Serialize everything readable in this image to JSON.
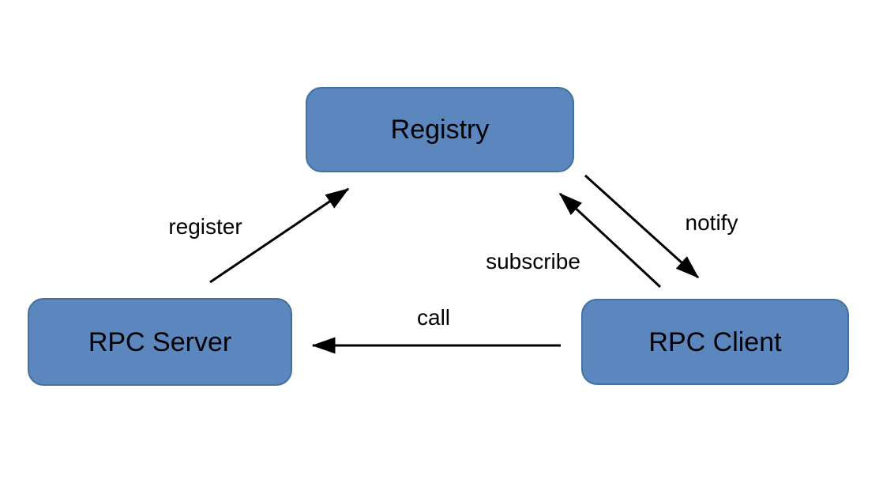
{
  "diagram": {
    "nodes": {
      "registry": {
        "label": "Registry"
      },
      "rpc_server": {
        "label": "RPC Server"
      },
      "rpc_client": {
        "label": "RPC Client"
      }
    },
    "edges": {
      "register": {
        "label": "register",
        "from": "RPC Server",
        "to": "Registry"
      },
      "subscribe": {
        "label": "subscribe",
        "from": "RPC Client",
        "to": "Registry"
      },
      "notify": {
        "label": "notify",
        "from": "Registry",
        "to": "RPC Client"
      },
      "call": {
        "label": "call",
        "from": "RPC Client",
        "to": "RPC Server"
      }
    },
    "colors": {
      "node_fill": "#5b87be",
      "node_border": "#41719c",
      "arrow": "#000000",
      "text": "#000000",
      "background": "#ffffff"
    }
  }
}
